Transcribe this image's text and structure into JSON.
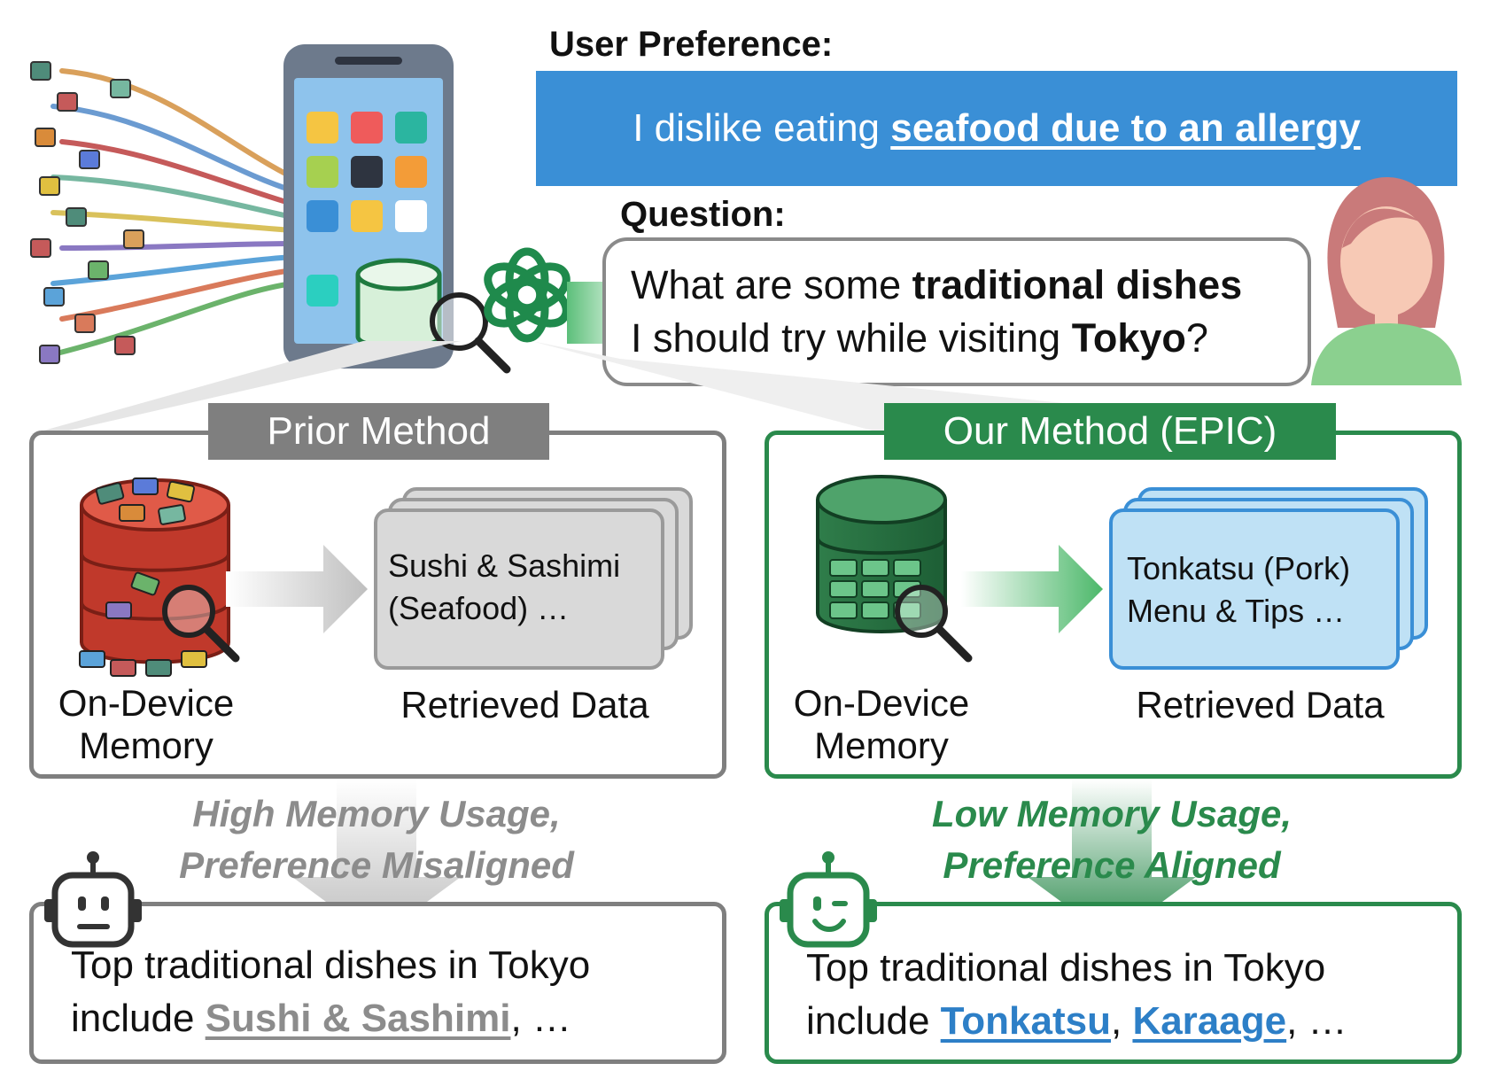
{
  "preference": {
    "header": "User Preference:",
    "text_plain": "I dislike eating ",
    "text_emph": "seafood due to an allergy"
  },
  "question": {
    "header": "Question:",
    "p1": "What are some ",
    "b1": "traditional dishes",
    "p2": "I should try while visiting ",
    "b2": "Tokyo",
    "p3": "?"
  },
  "prior": {
    "title": "Prior Method",
    "memory_label_1": "On-Device",
    "memory_label_2": "Memory",
    "retrieved_label": "Retrieved Data",
    "card_line1": "Sushi & Sashimi",
    "card_line2": "(Seafood) …",
    "verdict_1": "High Memory Usage,",
    "verdict_2": "Preference Misaligned",
    "answer_line1": "Top traditional dishes in Tokyo",
    "answer_pre": "include ",
    "answer_item1": "Sushi & Sashimi",
    "answer_post": ", …"
  },
  "ours": {
    "title": "Our Method (EPIC)",
    "memory_label_1": "On-Device",
    "memory_label_2": "Memory",
    "retrieved_label": "Retrieved Data",
    "card_line1": "Tonkatsu (Pork)",
    "card_line2": "Menu & Tips …",
    "verdict_1": "Low Memory Usage,",
    "verdict_2": "Preference Aligned",
    "answer_line1": "Top traditional dishes in Tokyo",
    "answer_pre": "include ",
    "answer_item1": "Tonkatsu",
    "answer_sep": ", ",
    "answer_item2": "Karaage",
    "answer_post": ", …"
  },
  "icons": [
    "data-stream-icon",
    "phone-icon",
    "database-icon",
    "magnifier-icon",
    "llm-logo-icon",
    "user-avatar-icon",
    "robot-sad-icon",
    "robot-happy-icon",
    "arrow-right-icon",
    "arrow-down-icon"
  ],
  "colors": {
    "blue": "#3a8fd6",
    "green": "#2a8a4c",
    "gray": "#7f7f7f",
    "red": "#c0392b"
  }
}
